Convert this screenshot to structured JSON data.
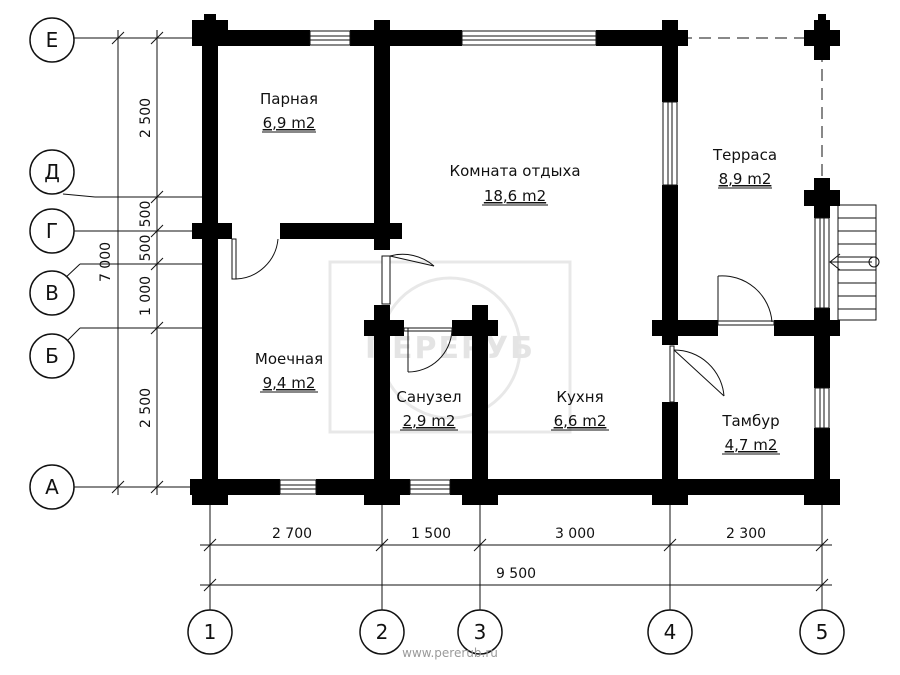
{
  "rooms": [
    {
      "name": "Парная",
      "area": "6,9 m2"
    },
    {
      "name": "Комната отдыха",
      "area": "18,6 m2"
    },
    {
      "name": "Терраса",
      "area": "8,9 m2"
    },
    {
      "name": "Моечная",
      "area": "9,4 m2"
    },
    {
      "name": "Санузел",
      "area": "2,9 m2"
    },
    {
      "name": "Кухня",
      "area": "6,6 m2"
    },
    {
      "name": "Тамбур",
      "area": "4,7 m2"
    }
  ],
  "axes": {
    "rows": [
      "Е",
      "Д",
      "Г",
      "В",
      "Б",
      "А"
    ],
    "columns": [
      "1",
      "2",
      "3",
      "4",
      "5"
    ]
  },
  "dimensions": {
    "horizontal": [
      "2 700",
      "1 500",
      "3 000",
      "2 300"
    ],
    "horizontal_total": "9 500",
    "vertical": [
      "2 500",
      "500",
      "500",
      "1 000",
      "2 500"
    ],
    "vertical_total": "7 000"
  },
  "watermark": {
    "brand": "ПЕРЕРУБ",
    "url": "www.pererub.ru"
  }
}
